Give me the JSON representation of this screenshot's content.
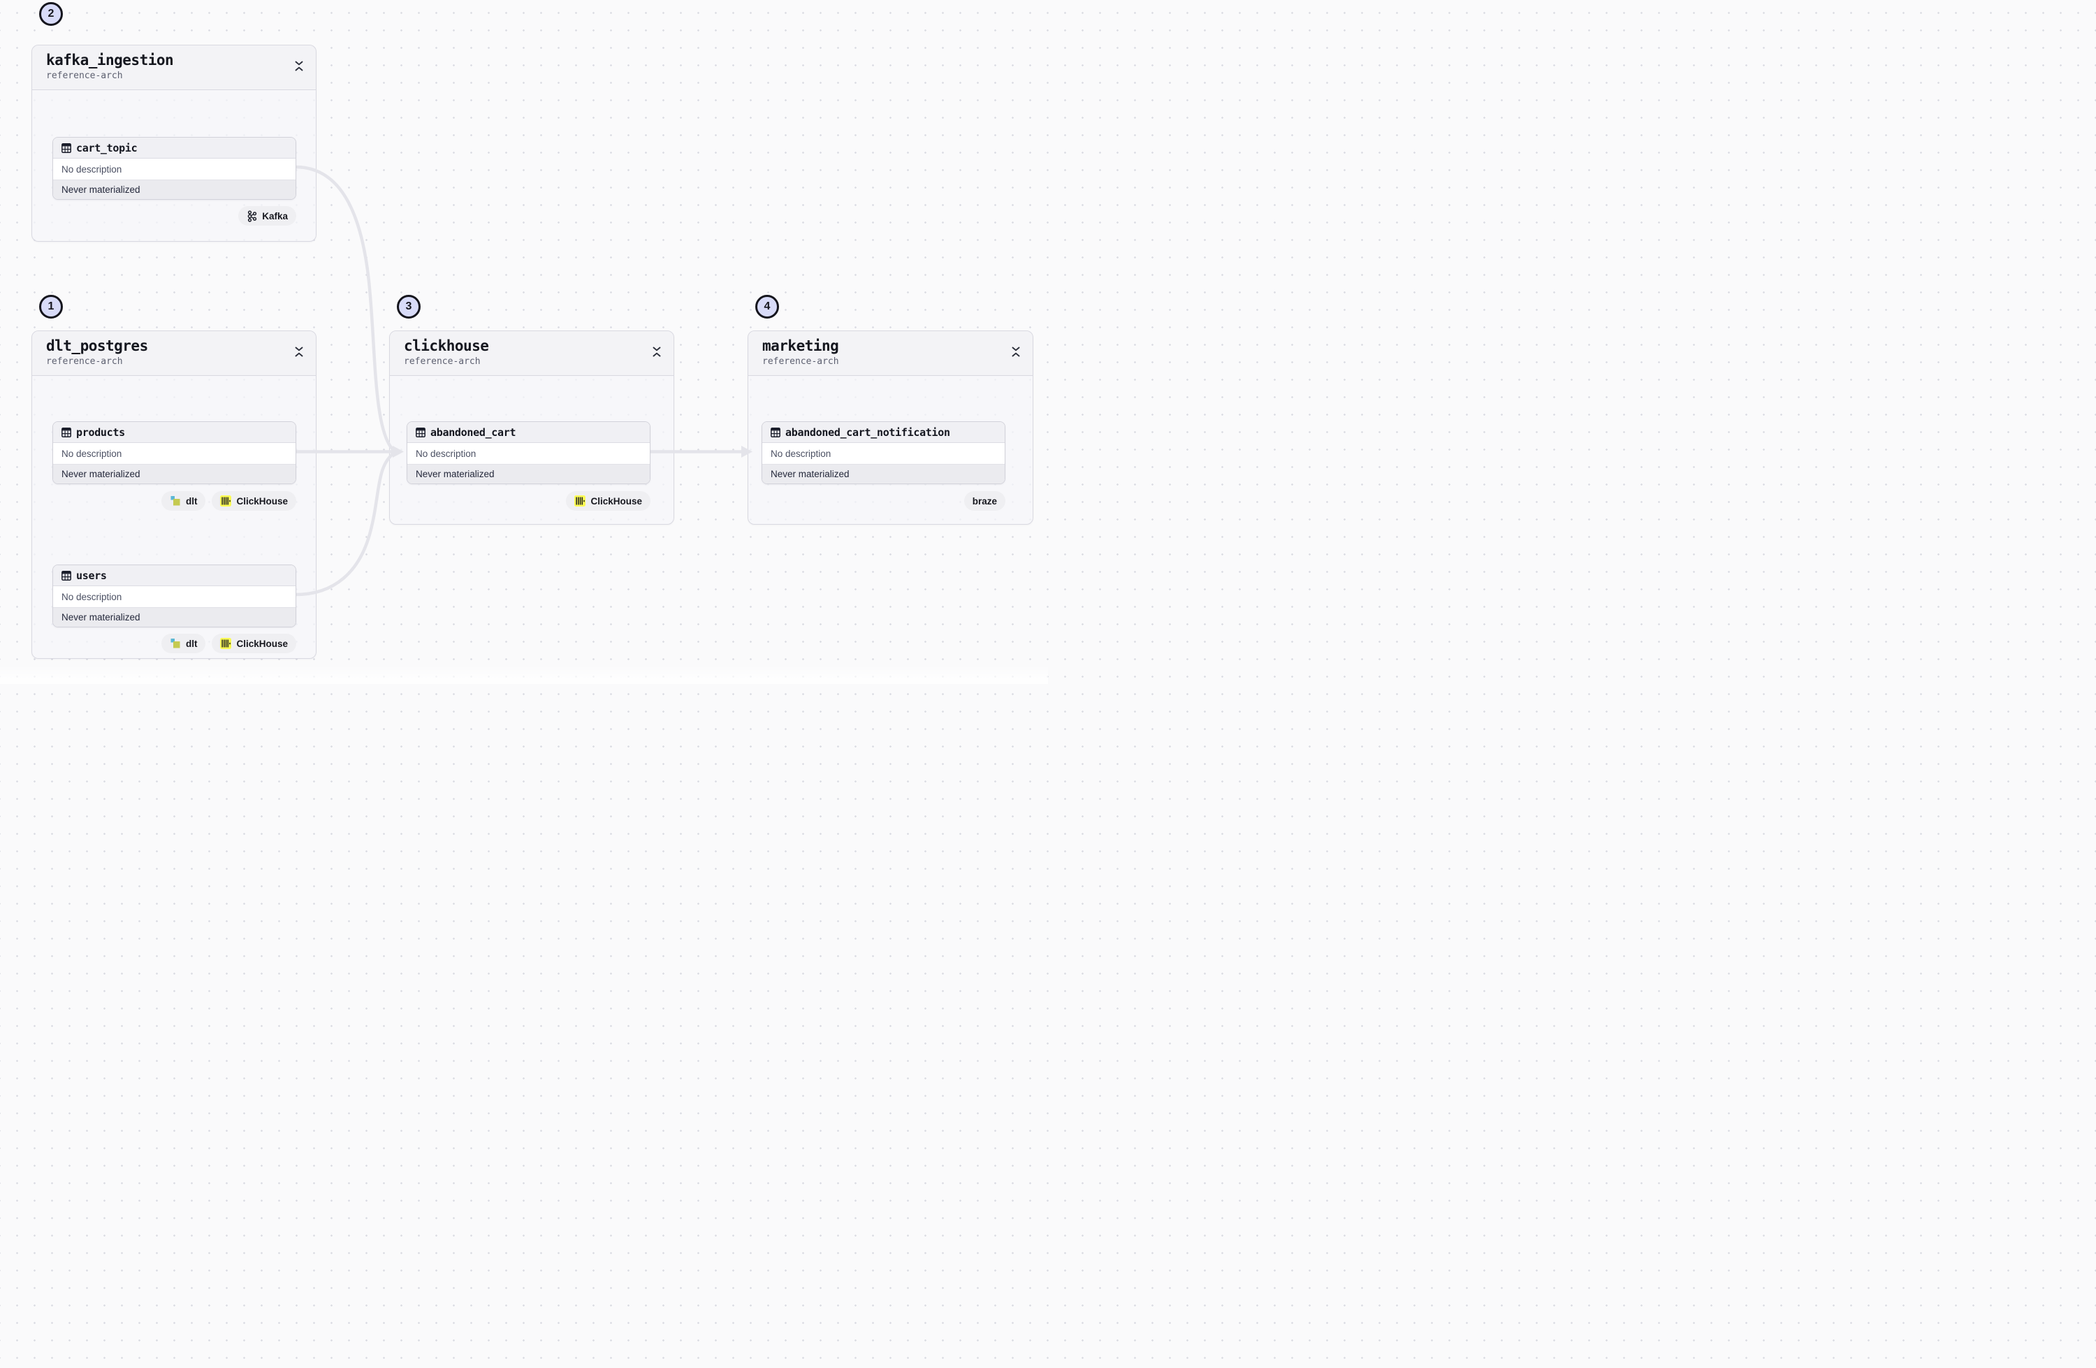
{
  "colors": {
    "canvas_bg": "#fafafb",
    "grid_dot": "#dcdde4",
    "group_border": "#d9d9e1",
    "group_header_bg": "#f3f3f6",
    "card_header_bg": "#f0f0f4",
    "card_status_bg": "#ebebef",
    "edge": "#e4e4ea",
    "annotation_circle_bg": "#d8dbf8",
    "annotation_circle_border": "#15151d",
    "tag_bg": "#efeff2",
    "dlt_icon_blue": "#5cb8d5",
    "dlt_icon_olive": "#c5ca51",
    "clickhouse_icon_yellow": "#fcfc54"
  },
  "groups": [
    {
      "badge": "2",
      "title": "kafka_ingestion",
      "subtitle": "reference-arch",
      "assets": [
        {
          "name": "cart_topic",
          "description": "No description",
          "status": "Never materialized",
          "tags": [
            {
              "label": "Kafka",
              "icon": "kafka-icon"
            }
          ]
        }
      ]
    },
    {
      "badge": "1",
      "title": "dlt_postgres",
      "subtitle": "reference-arch",
      "assets": [
        {
          "name": "products",
          "description": "No description",
          "status": "Never materialized",
          "tags": [
            {
              "label": "dlt",
              "icon": "dlt-icon"
            },
            {
              "label": "ClickHouse",
              "icon": "clickhouse-icon"
            }
          ]
        },
        {
          "name": "users",
          "description": "No description",
          "status": "Never materialized",
          "tags": [
            {
              "label": "dlt",
              "icon": "dlt-icon"
            },
            {
              "label": "ClickHouse",
              "icon": "clickhouse-icon"
            }
          ]
        }
      ]
    },
    {
      "badge": "3",
      "title": "clickhouse",
      "subtitle": "reference-arch",
      "assets": [
        {
          "name": "abandoned_cart",
          "description": "No description",
          "status": "Never materialized",
          "tags": [
            {
              "label": "ClickHouse",
              "icon": "clickhouse-icon"
            }
          ]
        }
      ]
    },
    {
      "badge": "4",
      "title": "marketing",
      "subtitle": "reference-arch",
      "assets": [
        {
          "name": "abandoned_cart_notification",
          "description": "No description",
          "status": "Never materialized",
          "tags": [
            {
              "label": "braze",
              "icon": null
            }
          ]
        }
      ]
    }
  ],
  "edges": [
    {
      "from": "cart_topic",
      "to": "abandoned_cart"
    },
    {
      "from": "products",
      "to": "abandoned_cart"
    },
    {
      "from": "users",
      "to": "abandoned_cart"
    },
    {
      "from": "abandoned_cart",
      "to": "abandoned_cart_notification"
    }
  ]
}
